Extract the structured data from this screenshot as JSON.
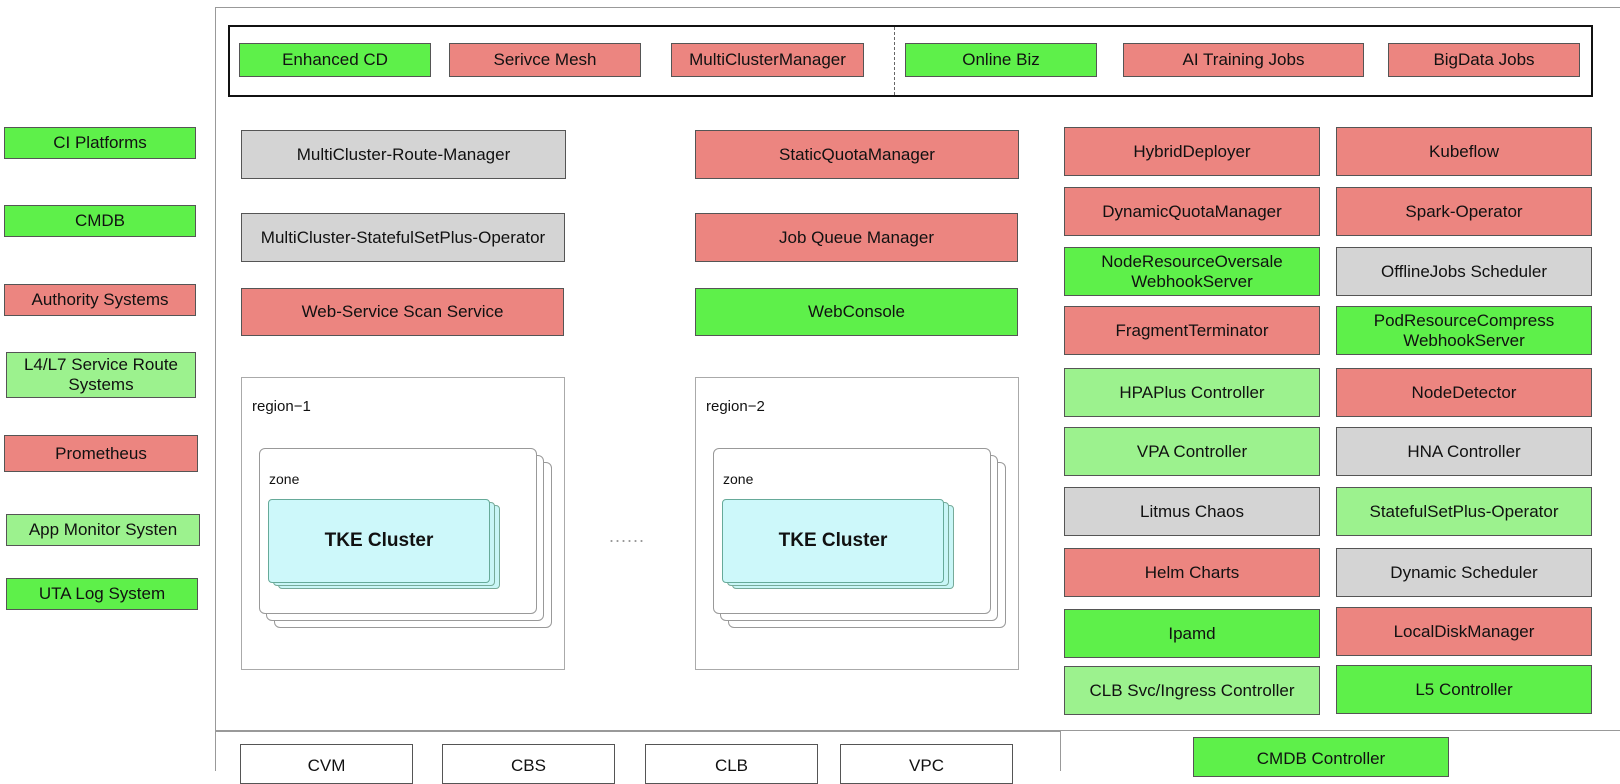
{
  "top_bar": [
    "Enhanced CD",
    "Serivce Mesh",
    "MultiClusterManager",
    "Online Biz",
    "AI Training Jobs",
    "BigData Jobs"
  ],
  "left_systems": [
    "CI Platforms",
    "CMDB",
    "Authority Systems",
    "L4/L7 Service Route\nSystems",
    "Prometheus",
    "App Monitor Systen",
    "UTA Log System"
  ],
  "col_a": [
    "MultiCluster-Route-Manager",
    "MultiCluster-StatefulSetPlus-Operator",
    "Web-Service Scan Service"
  ],
  "col_b": [
    "StaticQuotaManager",
    "Job Queue Manager",
    "WebConsole"
  ],
  "col_c": [
    "HybridDeployer",
    "DynamicQuotaManager",
    "NodeResourceOversale\nWebhookServer",
    "FragmentTerminator",
    "HPAPlus Controller",
    "VPA Controller",
    "Litmus Chaos",
    "Helm Charts",
    "Ipamd",
    "CLB Svc/Ingress Controller"
  ],
  "col_d": [
    "Kubeflow",
    "Spark-Operator",
    "OfflineJobs Scheduler",
    "PodResourceCompress\nWebhookServer",
    "NodeDetector",
    "HNA Controller",
    "StatefulSetPlus-Operator",
    "Dynamic Scheduler",
    "LocalDiskManager",
    "L5 Controller"
  ],
  "regions": [
    {
      "label": "region−1",
      "zone": "zone",
      "cluster": "TKE Cluster"
    },
    {
      "label": "region−2",
      "zone": "zone",
      "cluster": "TKE Cluster"
    }
  ],
  "ellipsis": "......",
  "bottom_infra": [
    "CVM",
    "CBS",
    "CLB",
    "VPC"
  ],
  "bottom_controller": "CMDB Controller",
  "colors": {
    "green": "#5ef04a",
    "light_green": "#9cf28e",
    "red": "#ec8580",
    "gray": "#d4d4d4"
  }
}
